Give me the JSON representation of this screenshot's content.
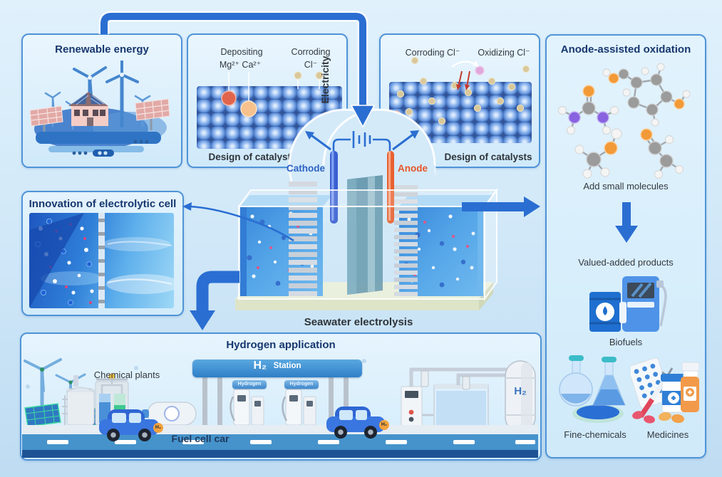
{
  "colors": {
    "accent_blue": "#2b6ed2",
    "cathode_blue": "#2d62c4",
    "anode_orange": "#e8562a",
    "navy_title": "#17386e",
    "box_border": "#4f94d8",
    "road_blue": "#4693cb"
  },
  "icons": [
    "wind-turbine-icon",
    "solar-panel-icon",
    "house-icon",
    "catalyst-surface-icon",
    "battery-icon",
    "electrode-icon",
    "membrane-icon",
    "molecule-icon",
    "down-arrow-icon",
    "fuel-pump-icon",
    "flask-icon",
    "petri-dish-icon",
    "blister-pack-icon",
    "syringe-icon",
    "pill-bottle-icon",
    "medicine-bottle-icon",
    "chemical-plant-icon",
    "h2-station-icon",
    "dispenser-icon",
    "fuel-cell-car-icon",
    "electrolyzer-icon",
    "water-tank-icon",
    "h2-storage-tank-icon",
    "road-icon"
  ],
  "renewable": {
    "title": "Renewable energy"
  },
  "catalyst_left": {
    "depositing": "Depositing",
    "ions": "Mg²⁺ Ca²⁺",
    "corroding": "Corroding",
    "chloride": "Cl⁻",
    "caption": "Design of catalysts"
  },
  "catalyst_right": {
    "corroding": "Corroding Cl⁻",
    "oxidizing": "Oxidizing Cl⁻",
    "caption": "Design of catalysts"
  },
  "cell": {
    "electricity": "Electricity",
    "cathode": "Cathode",
    "anode": "Anode",
    "caption": "Seawater electrolysis"
  },
  "innovation": {
    "title": "Innovation of electrolytic cell"
  },
  "oxidation_panel": {
    "title": "Anode-assisted oxidation",
    "add_small_molecules": "Add small molecules",
    "valued_added_products": "Valued-added products",
    "biofuels": "Biofuels",
    "fine_chemicals": "Fine-chemicals",
    "medicines": "Medicines"
  },
  "hydrogen": {
    "title": "Hydrogen application",
    "chemical_plants": "Chemical plants",
    "station_h2": "H₂",
    "station_word": "Station",
    "pump_sign": "Hydrogen",
    "fuel_cell_car": "Fuel cell car",
    "tank_label": "H₂",
    "car_badge": "H₂"
  }
}
